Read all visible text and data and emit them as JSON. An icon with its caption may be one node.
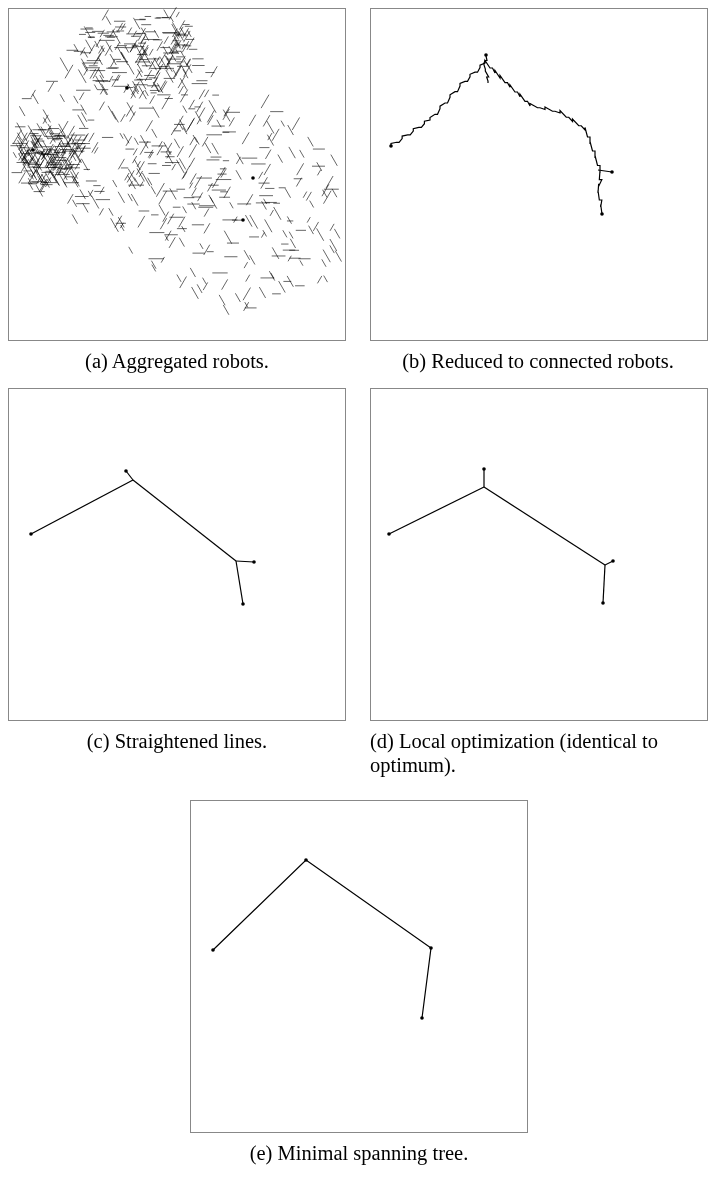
{
  "diagram": {
    "nodes": [
      {
        "text": [
          "(a) Aggregated robots."
        ]
      },
      {
        "text": [
          "(b) Reduced to connected robots."
        ]
      },
      {
        "text": [
          "(c) Straightened lines."
        ]
      },
      {
        "text": [
          "(d) Local optimization (identical to optimum)."
        ]
      },
      {
        "text": [
          "(e) Minimal spanning tree."
        ]
      }
    ]
  }
}
